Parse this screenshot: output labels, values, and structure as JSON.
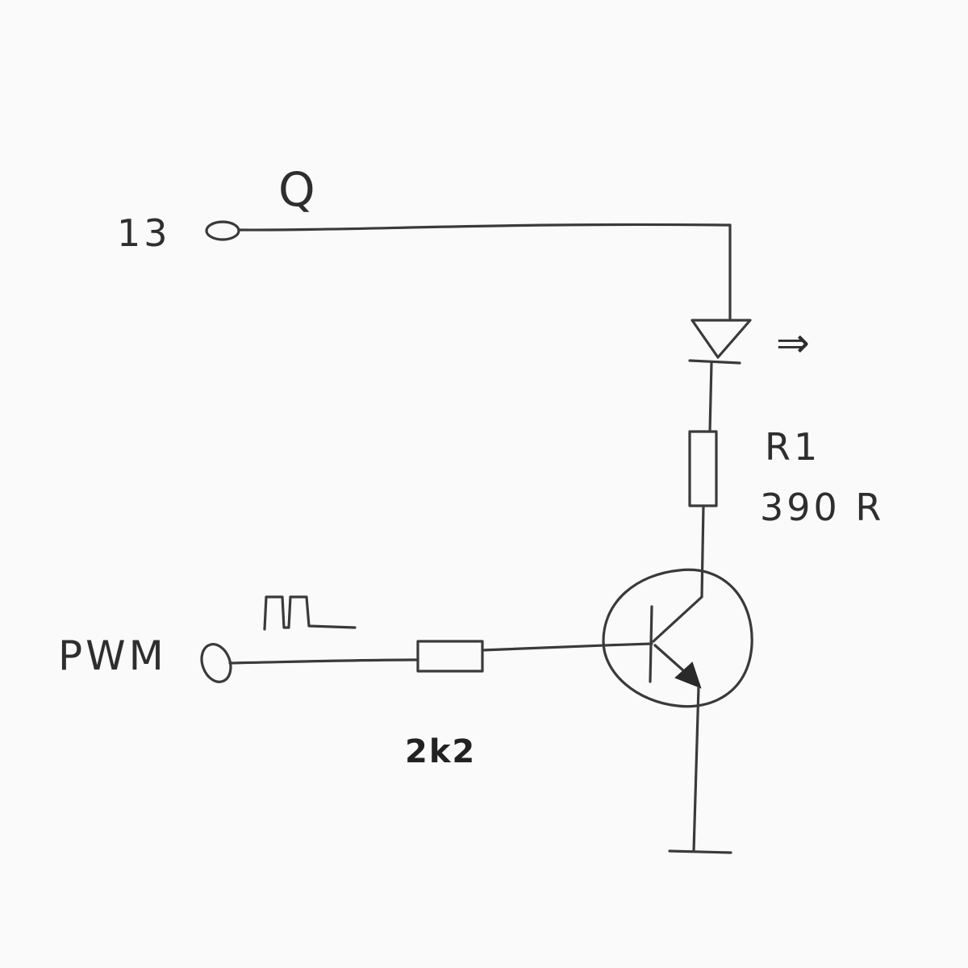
{
  "diagram": {
    "pins": {
      "top_pin": "13",
      "top_net": "Q",
      "input_pin": "PWM"
    },
    "components": {
      "led_arrow": "⇒",
      "r1_name": "R1",
      "r1_value": "390 R",
      "base_resistor_value": "2k2"
    },
    "stroke_color": "#3a3a3a",
    "paper_color": "#fafafa"
  }
}
